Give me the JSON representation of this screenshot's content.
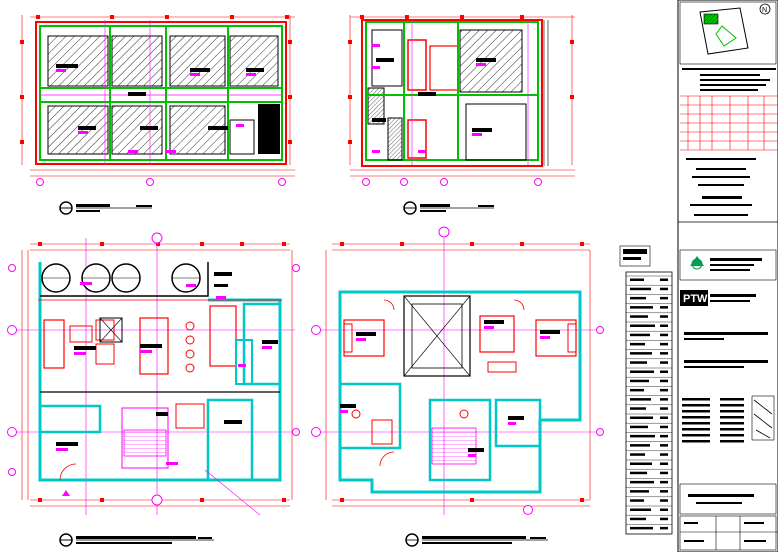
{
  "drawing": {
    "type": "architectural CAD sheet",
    "views": [
      "elevation-1",
      "elevation-2",
      "floor-plan-1",
      "floor-plan-2"
    ],
    "sidebar_panels": [
      "site-key-plan",
      "notes-block",
      "logo-block",
      "legend-table",
      "title-block"
    ],
    "logo_text": "PTW",
    "north_arrow": "N"
  },
  "colors": {
    "wall": "#ff0000",
    "green": "#00c000",
    "magenta": "#ff00ff",
    "cyan": "#00c8c8",
    "black": "#000000",
    "background": "#ffffff"
  }
}
